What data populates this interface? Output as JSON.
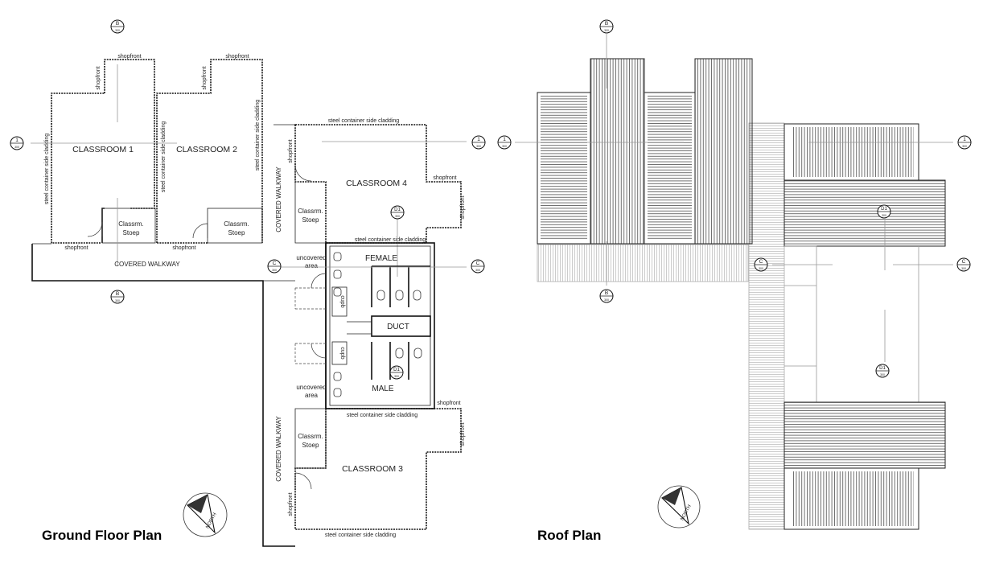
{
  "ground_plan": {
    "title": "Ground Floor Plan",
    "rooms": {
      "classroom1": "CLASSROOM 1",
      "classroom2": "CLASSROOM 2",
      "classroom3": "CLASSROOM 3",
      "classroom4": "CLASSROOM 4",
      "female": "FEMALE",
      "male": "MALE",
      "duct": "DUCT"
    },
    "labels": {
      "shopfront": "shopfront",
      "cladding": "steel container side cladding",
      "covered_walkway": "COVERED WALKWAY",
      "stoep_line1": "Classrm.",
      "stoep_line2": "Stoep",
      "uncovered_line1": "uncovered",
      "uncovered_line2": "area",
      "cupb": "cupb"
    },
    "section_markers": {
      "b": "B",
      "one": "1",
      "c": "C",
      "d1": "D1",
      "sheet": "300"
    },
    "north": "NORTH"
  },
  "roof_plan": {
    "title": "Roof Plan",
    "section_markers": {
      "b": "B",
      "one": "1",
      "c": "C",
      "d1": "D1",
      "sheet": "300"
    },
    "north": "NORTH"
  }
}
